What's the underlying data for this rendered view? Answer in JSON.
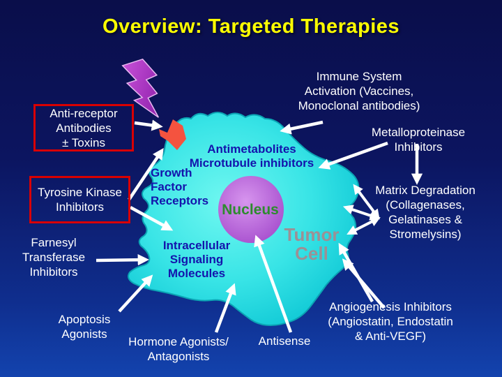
{
  "title": {
    "text": "Overview: Targeted Therapies"
  },
  "colors": {
    "bg-top": "#0A0E4A",
    "bg-mid": "#0C1560",
    "bg-bottom": "#1343AE",
    "title": "#FFFF00",
    "label": "#FFFFFF",
    "box-border": "#D90000",
    "blue-label": "#1414AC",
    "nucleus-text": "#2E8B2E",
    "tumor-text": "#9C9095",
    "cell-light": "#6FF7F0",
    "cell-dark": "#0CC6D4",
    "cell-edge": "#0BA4B4",
    "nucleus-light": "#D795EE",
    "nucleus-dark": "#A44BCC",
    "bolt-light": "#C751D8",
    "bolt-dark": "#8A1CA8",
    "bolt-edge": "#E9B7F0",
    "receptor": "#F4533F",
    "arrow": "#FFFFFF"
  },
  "boxed_labels": {
    "anti_receptor": "Anti-receptor\nAntibodies\n± Toxins",
    "tyrosine_kinase": "Tyrosine Kinase\nInhibitors"
  },
  "outer_labels": {
    "immune": "Immune System\nActivation (Vaccines,\nMonoclonal antibodies)",
    "metalloproteinase": "Metalloproteinase\nInhibitors",
    "matrix": "Matrix Degradation\n(Collagenases,\nGelatinases &\nStromelysins)",
    "angiogenesis": "Angiogenesis Inhibitors\n(Angiostatin, Endostatin\n& Anti-VEGF)",
    "antisense": "Antisense",
    "hormone": "Hormone Agonists/\nAntagonists",
    "apoptosis": "Apoptosis\nAgonists",
    "farnesyl": "Farnesyl\nTransferase\nInhibitors"
  },
  "cell_labels": {
    "antimetabolites": "Antimetabolites\nMicrotubule inhibitors",
    "growth_factor": "Growth\nFactor\nReceptors",
    "intracellular": "Intracellular\nSignaling\nMolecules",
    "nucleus": "Nucleus",
    "tumor_cell": "Tumor\nCell"
  }
}
